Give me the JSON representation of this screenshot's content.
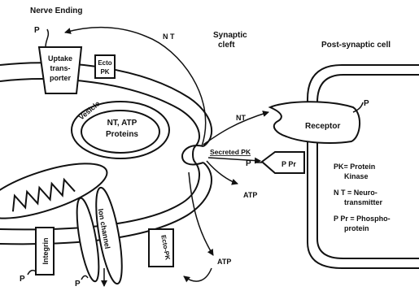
{
  "labels": {
    "nerve_ending": "Nerve Ending",
    "synaptic_cleft_1": "Synaptic",
    "synaptic_cleft_2": "cleft",
    "post_synaptic_cell": "Post-synaptic cell",
    "uptake_1": "Uptake",
    "uptake_2": "trans-",
    "uptake_3": "porter",
    "ecto_pk_top_1": "Ecto",
    "ecto_pk_top_2": "PK",
    "vesicle": "Vesicle",
    "vesicle_contents_1": "NT, ATP",
    "vesicle_contents_2": "Proteins",
    "nt_upper": "N T",
    "nt_cleft": "NT",
    "receptor": "Receptor",
    "secreted_pk": "Secreted PK",
    "ppr": "P Pr",
    "p": "P",
    "atp_1": "ATP",
    "atp_2": "ATP",
    "integrin": "Integrin",
    "ion_channel": "Ion channel",
    "ecto_pk_bottom": "Ecto-PK"
  },
  "legend": {
    "pk_1": "PK= Protein",
    "pk_2": "Kinase",
    "nt_1": "N T = Neuro-",
    "nt_2": "transmitter",
    "ppr_1": "P Pr = Phospho-",
    "ppr_2": "protein"
  },
  "colors": {
    "ink": "#111111",
    "background": "#ffffff"
  }
}
